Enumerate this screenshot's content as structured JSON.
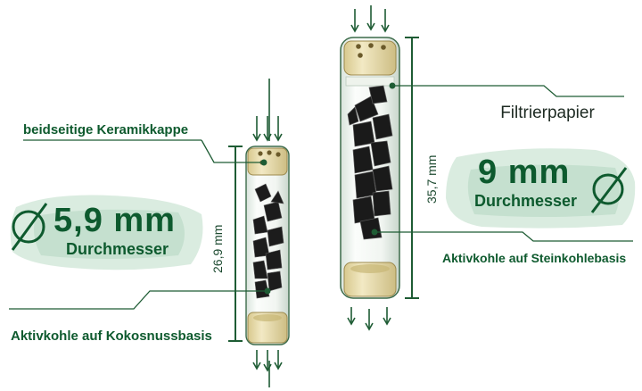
{
  "labels": {
    "ceramic_cap": "beidseitige Keramikkappe",
    "filter_paper": "Filtrierpapier",
    "small_diameter_value": "5,9 mm",
    "small_diameter_word": "Durchmesser",
    "large_diameter_value": "9 mm",
    "large_diameter_word": "Durchmesser",
    "coconut_carbon": "Aktivkohle auf Kokosnussbasis",
    "coal_carbon": "Aktivkohle auf Steinkohlebasis",
    "small_length": "26,9 mm",
    "large_length": "35,7 mm"
  },
  "icons": {
    "small_diameter": "diameter-symbol-icon",
    "large_diameter": "diameter-symbol-icon",
    "flow_arrows": "arrow-down-icon"
  },
  "colors": {
    "brand_green": "#0e5a2e",
    "wash_green": "#b9d9c3",
    "cap": "#e8dcae",
    "tube": "#f2f6f1",
    "carbon": "#1c1c1c"
  }
}
